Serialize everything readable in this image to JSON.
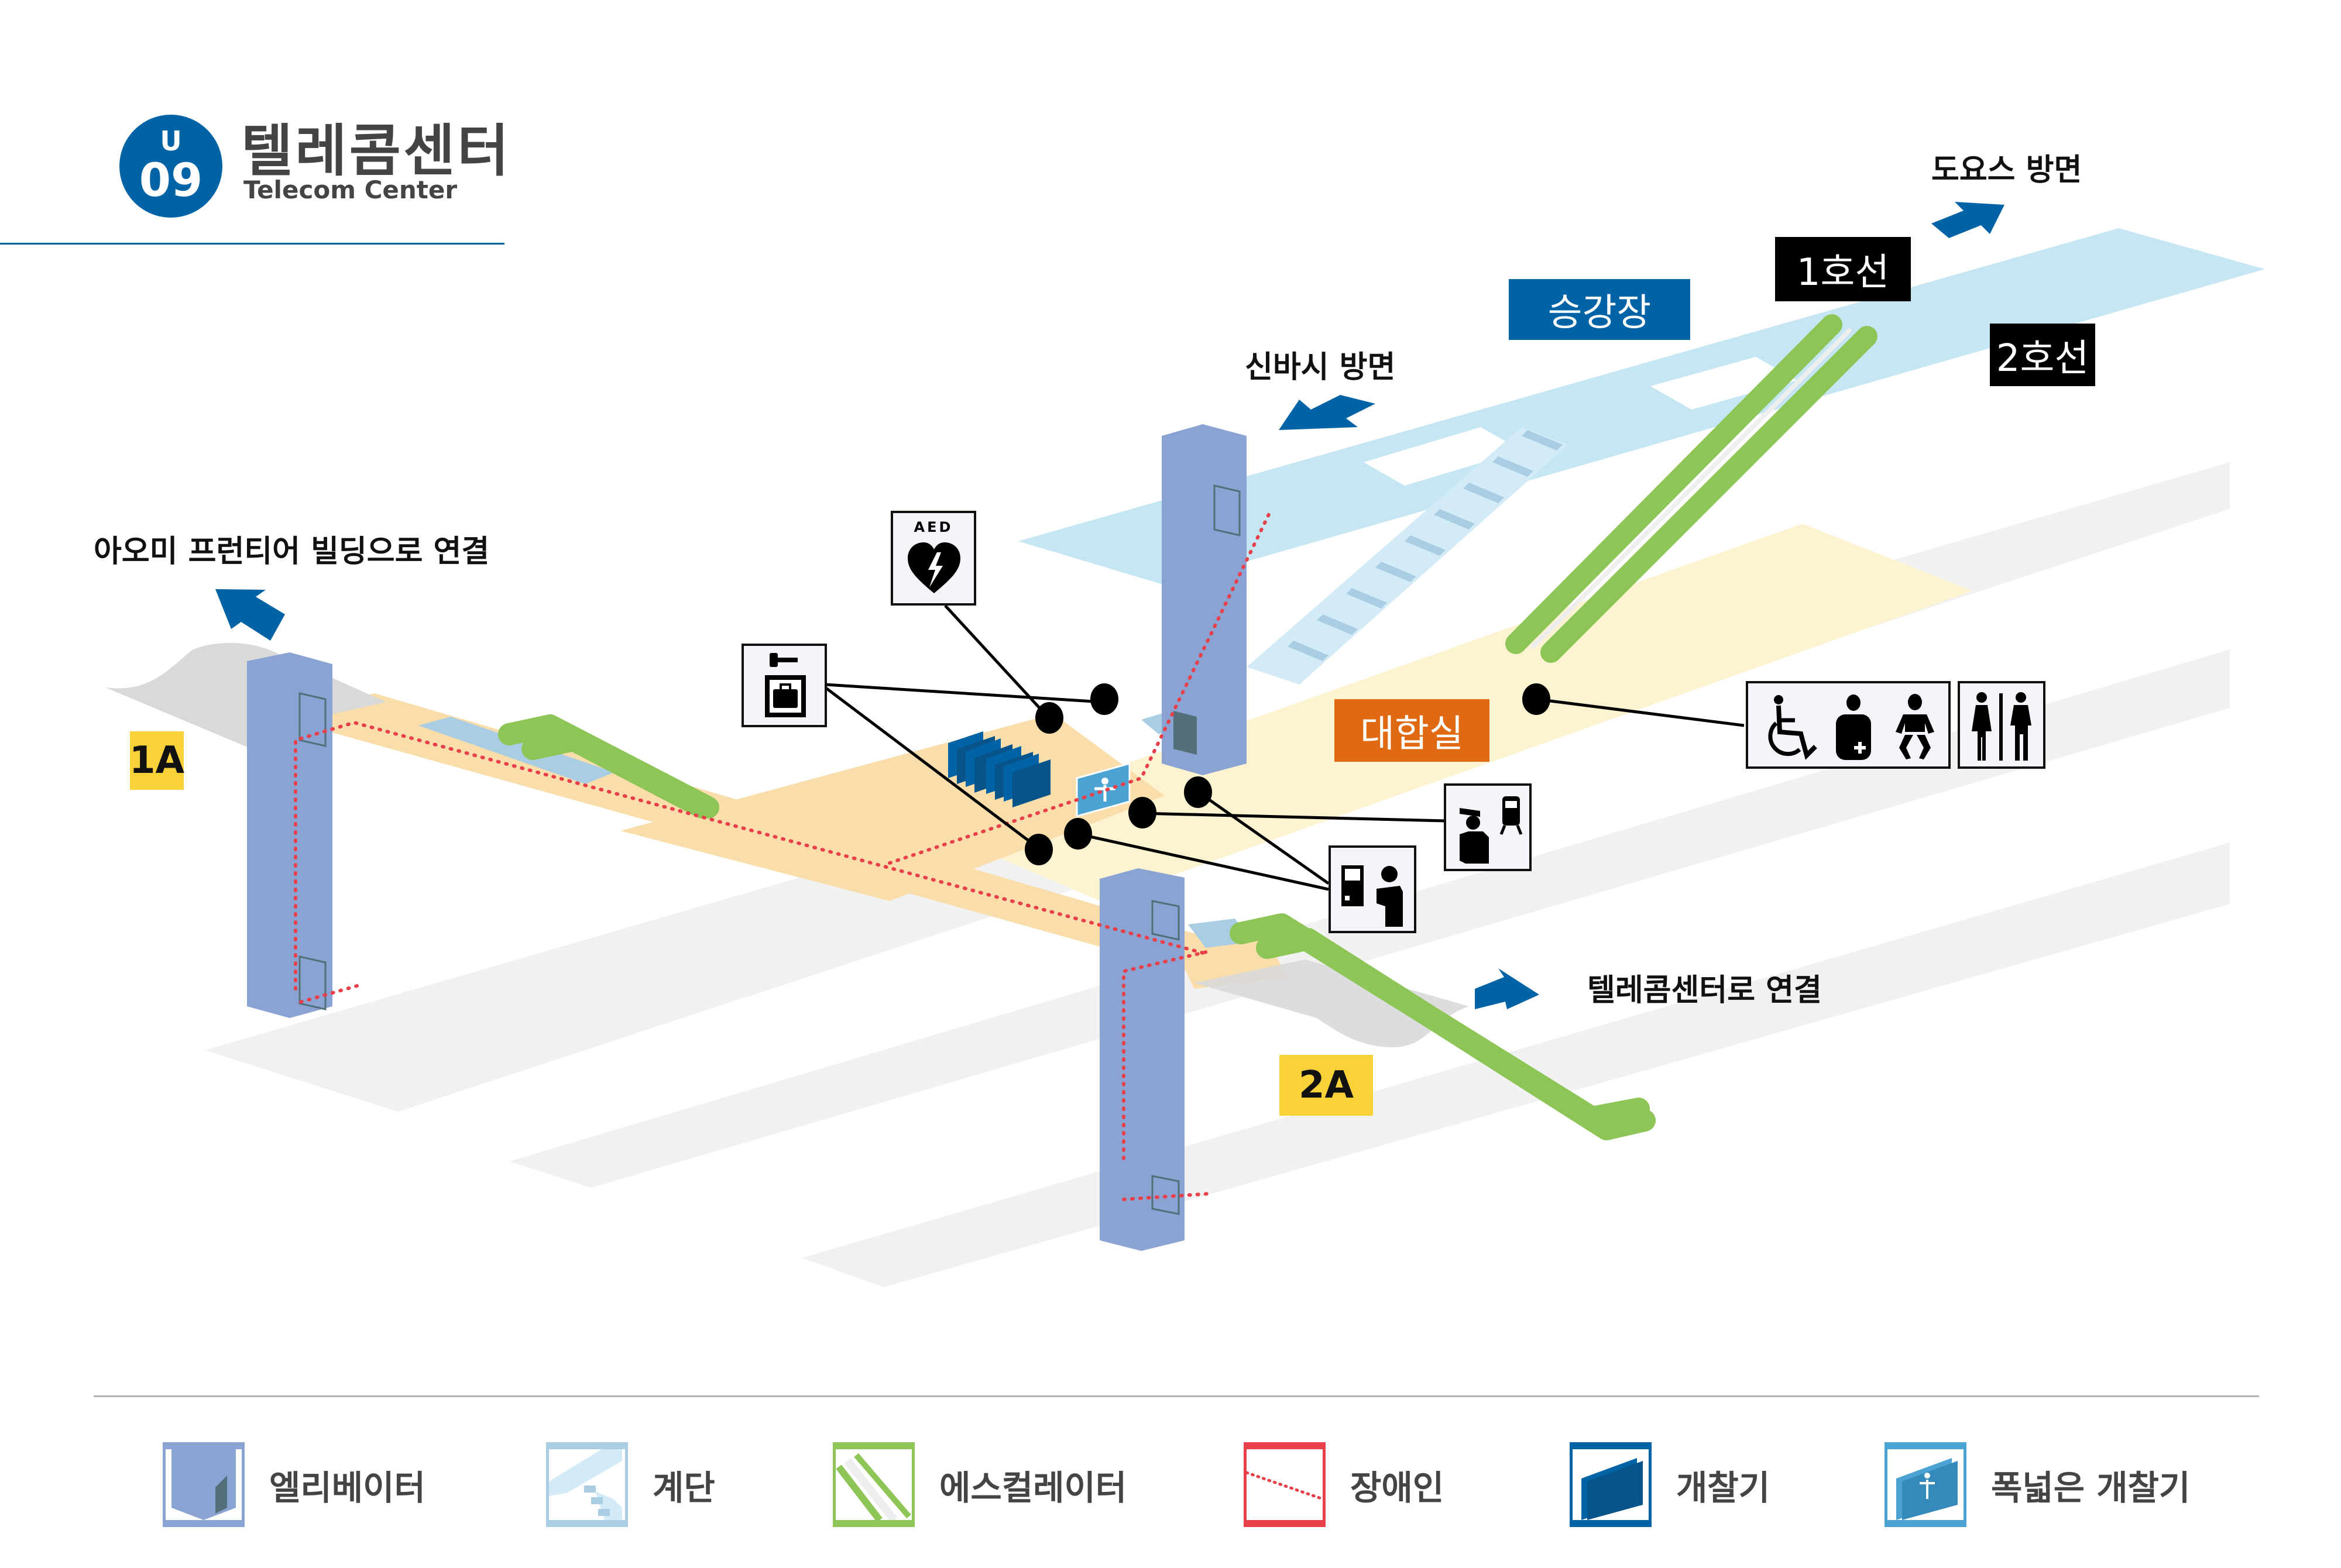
{
  "station": {
    "line_letter": "U",
    "number": "09",
    "name_ko": "텔레콤센터",
    "name_en": "Telecom Center",
    "brand_color": "#0063a6"
  },
  "directions": {
    "toyosu": "도요스 방면",
    "shinbashi": "신바시 방면",
    "aomi": "아오미 프런티어 빌딩으로 연결",
    "telecom": "텔레콤센터로 연결"
  },
  "areas": {
    "platform": "승강장",
    "concourse": "대합실",
    "track1": "1호선",
    "track2": "2호선"
  },
  "exits": [
    {
      "id": "1A",
      "label": "1A"
    },
    {
      "id": "2A",
      "label": "2A"
    }
  ],
  "facilities": {
    "aed_text": "AED",
    "icons": [
      "aed-icon",
      "coin-locker-icon",
      "station-staff-icon",
      "ticket-machine-icon",
      "accessible-toilet-icon",
      "ostomate-icon",
      "baby-changing-icon",
      "restroom-icon"
    ]
  },
  "legend": [
    {
      "key": "elevator",
      "label": "엘리베이터",
      "color": "#8aa3d3"
    },
    {
      "key": "stairs",
      "label": "계단",
      "color": "#a9cde2"
    },
    {
      "key": "escalator",
      "label": "에스컬레이터",
      "color": "#8dc556"
    },
    {
      "key": "accessible-route",
      "label": "장애인",
      "color": "#e8404b"
    },
    {
      "key": "ticket-gate",
      "label": "개찰기",
      "color": "#0063a6"
    },
    {
      "key": "wide-ticket-gate",
      "label": "폭넓은 개찰기",
      "color": "#4ba3d3"
    }
  ],
  "colors": {
    "platform": "#c5e6f2",
    "concourse": "#fdf3d0",
    "passage": "#f9deab",
    "ground": "#f0f0f0",
    "elevator": "#8aa3d3",
    "escalator": "#8dc556",
    "arrow": "#0063a6",
    "concourse_label": "#e06a14",
    "exit_label": "#f9d138"
  }
}
